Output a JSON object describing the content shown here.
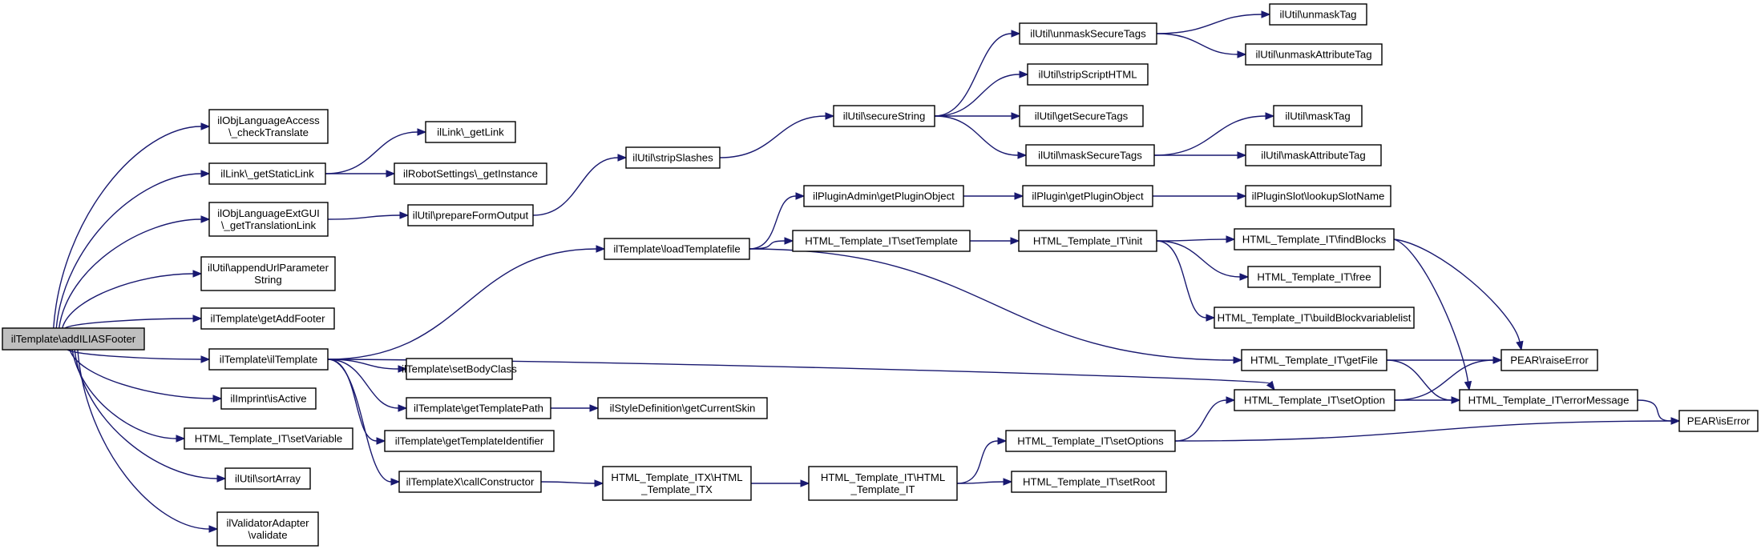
{
  "graph": {
    "colors": {
      "edge": "#191970",
      "node_border": "#000000",
      "node_fill": "#ffffff",
      "root_fill": "#bfbfbf"
    },
    "nodes": [
      {
        "id": "root",
        "label": [
          "ilTemplate\\addILIASFooter"
        ],
        "root": true
      },
      {
        "id": "n1",
        "label": [
          "ilObjLanguageAccess",
          "\\_checkTranslate"
        ]
      },
      {
        "id": "n2",
        "label": [
          "ilLink\\_getStaticLink"
        ]
      },
      {
        "id": "n3",
        "label": [
          "ilObjLanguageExtGUI",
          "\\_getTranslationLink"
        ]
      },
      {
        "id": "n4",
        "label": [
          "ilUtil\\appendUrlParameter",
          "String"
        ]
      },
      {
        "id": "n5",
        "label": [
          "ilTemplate\\getAddFooter"
        ]
      },
      {
        "id": "n6",
        "label": [
          "ilTemplate\\ilTemplate"
        ]
      },
      {
        "id": "n7",
        "label": [
          "ilImprint\\isActive"
        ]
      },
      {
        "id": "n8",
        "label": [
          "HTML_Template_IT\\setVariable"
        ]
      },
      {
        "id": "n9",
        "label": [
          "ilUtil\\sortArray"
        ]
      },
      {
        "id": "n10",
        "label": [
          "ilValidatorAdapter",
          "\\validate"
        ]
      },
      {
        "id": "n11",
        "label": [
          "ilLink\\_getLink"
        ]
      },
      {
        "id": "n12",
        "label": [
          "ilRobotSettings\\_getInstance"
        ]
      },
      {
        "id": "n13",
        "label": [
          "ilUtil\\prepareFormOutput"
        ]
      },
      {
        "id": "n14",
        "label": [
          "ilUtil\\stripSlashes"
        ]
      },
      {
        "id": "n15",
        "label": [
          "ilUtil\\secureString"
        ]
      },
      {
        "id": "n16",
        "label": [
          "ilUtil\\unmaskSecureTags"
        ]
      },
      {
        "id": "n17",
        "label": [
          "ilUtil\\stripScriptHTML"
        ]
      },
      {
        "id": "n18",
        "label": [
          "ilUtil\\getSecureTags"
        ]
      },
      {
        "id": "n19",
        "label": [
          "ilUtil\\maskSecureTags"
        ]
      },
      {
        "id": "n20",
        "label": [
          "ilUtil\\unmaskTag"
        ]
      },
      {
        "id": "n21",
        "label": [
          "ilUtil\\unmaskAttributeTag"
        ]
      },
      {
        "id": "n22",
        "label": [
          "ilUtil\\maskTag"
        ]
      },
      {
        "id": "n23",
        "label": [
          "ilUtil\\maskAttributeTag"
        ]
      },
      {
        "id": "n24",
        "label": [
          "ilTemplate\\loadTemplatefile"
        ]
      },
      {
        "id": "n25",
        "label": [
          "ilPluginAdmin\\getPluginObject"
        ]
      },
      {
        "id": "n26",
        "label": [
          "HTML_Template_IT\\setTemplate"
        ]
      },
      {
        "id": "n27",
        "label": [
          "ilPlugin\\getPluginObject"
        ]
      },
      {
        "id": "n28",
        "label": [
          "ilPluginSlot\\lookupSlotName"
        ]
      },
      {
        "id": "n29",
        "label": [
          "HTML_Template_IT\\init"
        ]
      },
      {
        "id": "n30",
        "label": [
          "HTML_Template_IT\\findBlocks"
        ]
      },
      {
        "id": "n31",
        "label": [
          "HTML_Template_IT\\free"
        ]
      },
      {
        "id": "n32",
        "label": [
          "HTML_Template_IT\\buildBlockvariablelist"
        ]
      },
      {
        "id": "n33",
        "label": [
          "HTML_Template_IT\\getFile"
        ]
      },
      {
        "id": "n34",
        "label": [
          "PEAR\\raiseError"
        ]
      },
      {
        "id": "n35",
        "label": [
          "HTML_Template_IT\\setOption"
        ]
      },
      {
        "id": "n36",
        "label": [
          "HTML_Template_IT\\errorMessage"
        ]
      },
      {
        "id": "n37",
        "label": [
          "PEAR\\isError"
        ]
      },
      {
        "id": "n38",
        "label": [
          "ilTemplate\\setBodyClass"
        ]
      },
      {
        "id": "n39",
        "label": [
          "ilTemplate\\getTemplatePath"
        ]
      },
      {
        "id": "n40",
        "label": [
          "ilStyleDefinition\\getCurrentSkin"
        ]
      },
      {
        "id": "n41",
        "label": [
          "ilTemplate\\getTemplateIdentifier"
        ]
      },
      {
        "id": "n42",
        "label": [
          "ilTemplateX\\callConstructor"
        ]
      },
      {
        "id": "n43",
        "label": [
          "HTML_Template_ITX\\HTML",
          "_Template_ITX"
        ]
      },
      {
        "id": "n44",
        "label": [
          "HTML_Template_IT\\HTML",
          "_Template_IT"
        ]
      },
      {
        "id": "n45",
        "label": [
          "HTML_Template_IT\\setOptions"
        ]
      },
      {
        "id": "n46",
        "label": [
          "HTML_Template_IT\\setRoot"
        ]
      }
    ],
    "edges": [
      [
        "root",
        "n1"
      ],
      [
        "root",
        "n2"
      ],
      [
        "root",
        "n3"
      ],
      [
        "root",
        "n4"
      ],
      [
        "root",
        "n5"
      ],
      [
        "root",
        "n6"
      ],
      [
        "root",
        "n7"
      ],
      [
        "root",
        "n8"
      ],
      [
        "root",
        "n9"
      ],
      [
        "root",
        "n10"
      ],
      [
        "n2",
        "n11"
      ],
      [
        "n2",
        "n12"
      ],
      [
        "n3",
        "n13"
      ],
      [
        "n13",
        "n14"
      ],
      [
        "n14",
        "n15"
      ],
      [
        "n15",
        "n16"
      ],
      [
        "n15",
        "n17"
      ],
      [
        "n15",
        "n18"
      ],
      [
        "n15",
        "n19"
      ],
      [
        "n16",
        "n20"
      ],
      [
        "n16",
        "n21"
      ],
      [
        "n19",
        "n22"
      ],
      [
        "n19",
        "n23"
      ],
      [
        "n6",
        "n24"
      ],
      [
        "n6",
        "n35"
      ],
      [
        "n6",
        "n38"
      ],
      [
        "n6",
        "n39"
      ],
      [
        "n6",
        "n41"
      ],
      [
        "n6",
        "n42"
      ],
      [
        "n24",
        "n25"
      ],
      [
        "n24",
        "n26"
      ],
      [
        "n24",
        "n33"
      ],
      [
        "n25",
        "n27"
      ],
      [
        "n27",
        "n28"
      ],
      [
        "n26",
        "n29"
      ],
      [
        "n29",
        "n30"
      ],
      [
        "n29",
        "n31"
      ],
      [
        "n29",
        "n32"
      ],
      [
        "n30",
        "n34"
      ],
      [
        "n30",
        "n36"
      ],
      [
        "n33",
        "n34"
      ],
      [
        "n33",
        "n36"
      ],
      [
        "n35",
        "n34"
      ],
      [
        "n35",
        "n36"
      ],
      [
        "n36",
        "n37"
      ],
      [
        "n39",
        "n40"
      ],
      [
        "n42",
        "n43"
      ],
      [
        "n43",
        "n44"
      ],
      [
        "n44",
        "n45"
      ],
      [
        "n44",
        "n46"
      ],
      [
        "n45",
        "n35"
      ],
      [
        "n45",
        "n37"
      ]
    ]
  }
}
